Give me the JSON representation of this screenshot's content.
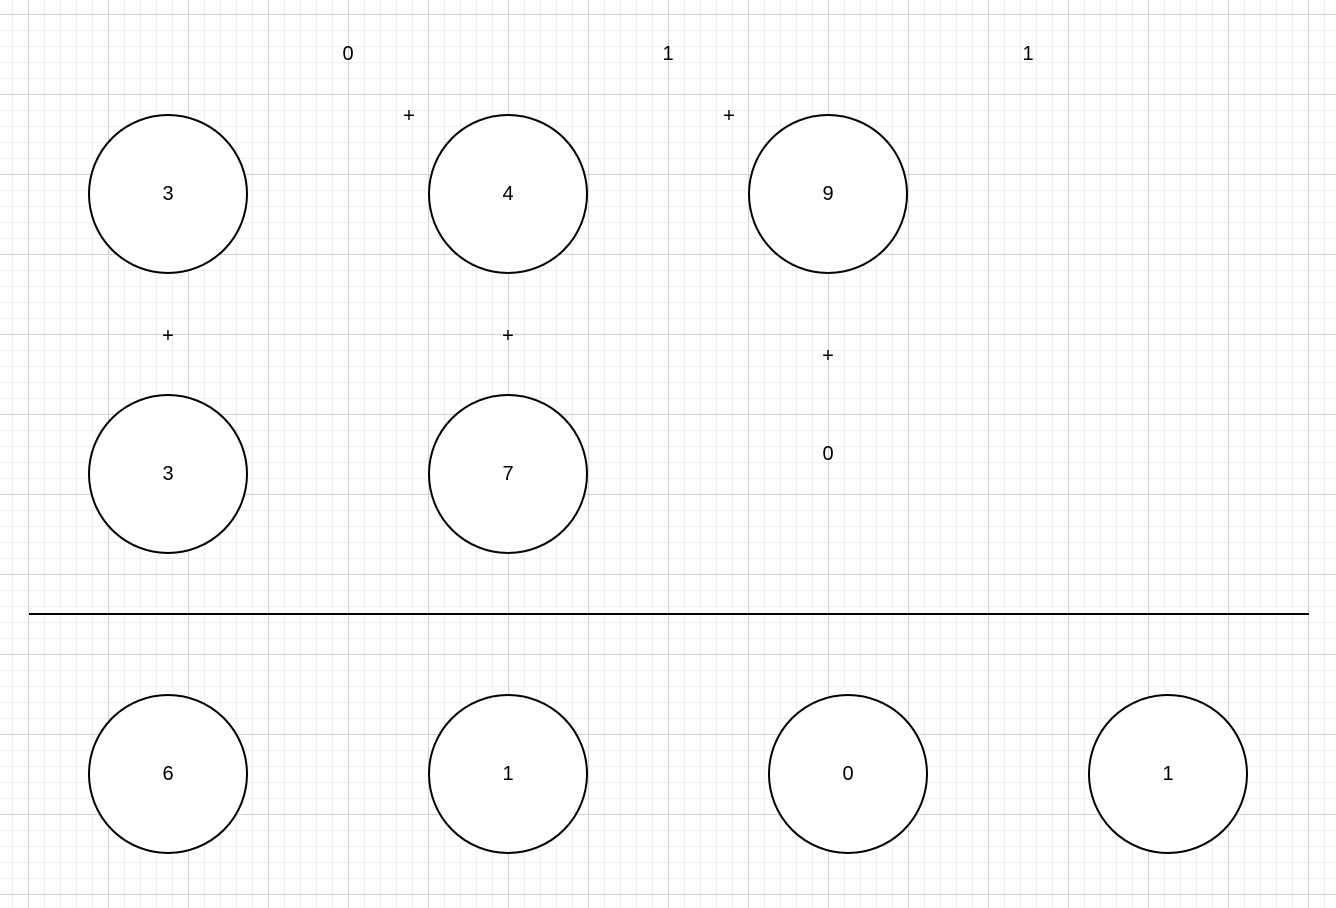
{
  "carry_labels": [
    "0",
    "1",
    "1"
  ],
  "row1": [
    "3",
    "4",
    "9"
  ],
  "row2": [
    "3",
    "7"
  ],
  "row2_extra_label": "0",
  "plus_symbol": "+",
  "result": [
    "6",
    "1",
    "0",
    "1"
  ],
  "colors": {
    "grid_major": "#d0d0d0",
    "grid_minor": "#efefef",
    "stroke": "#000000",
    "background": "#ffffff"
  }
}
